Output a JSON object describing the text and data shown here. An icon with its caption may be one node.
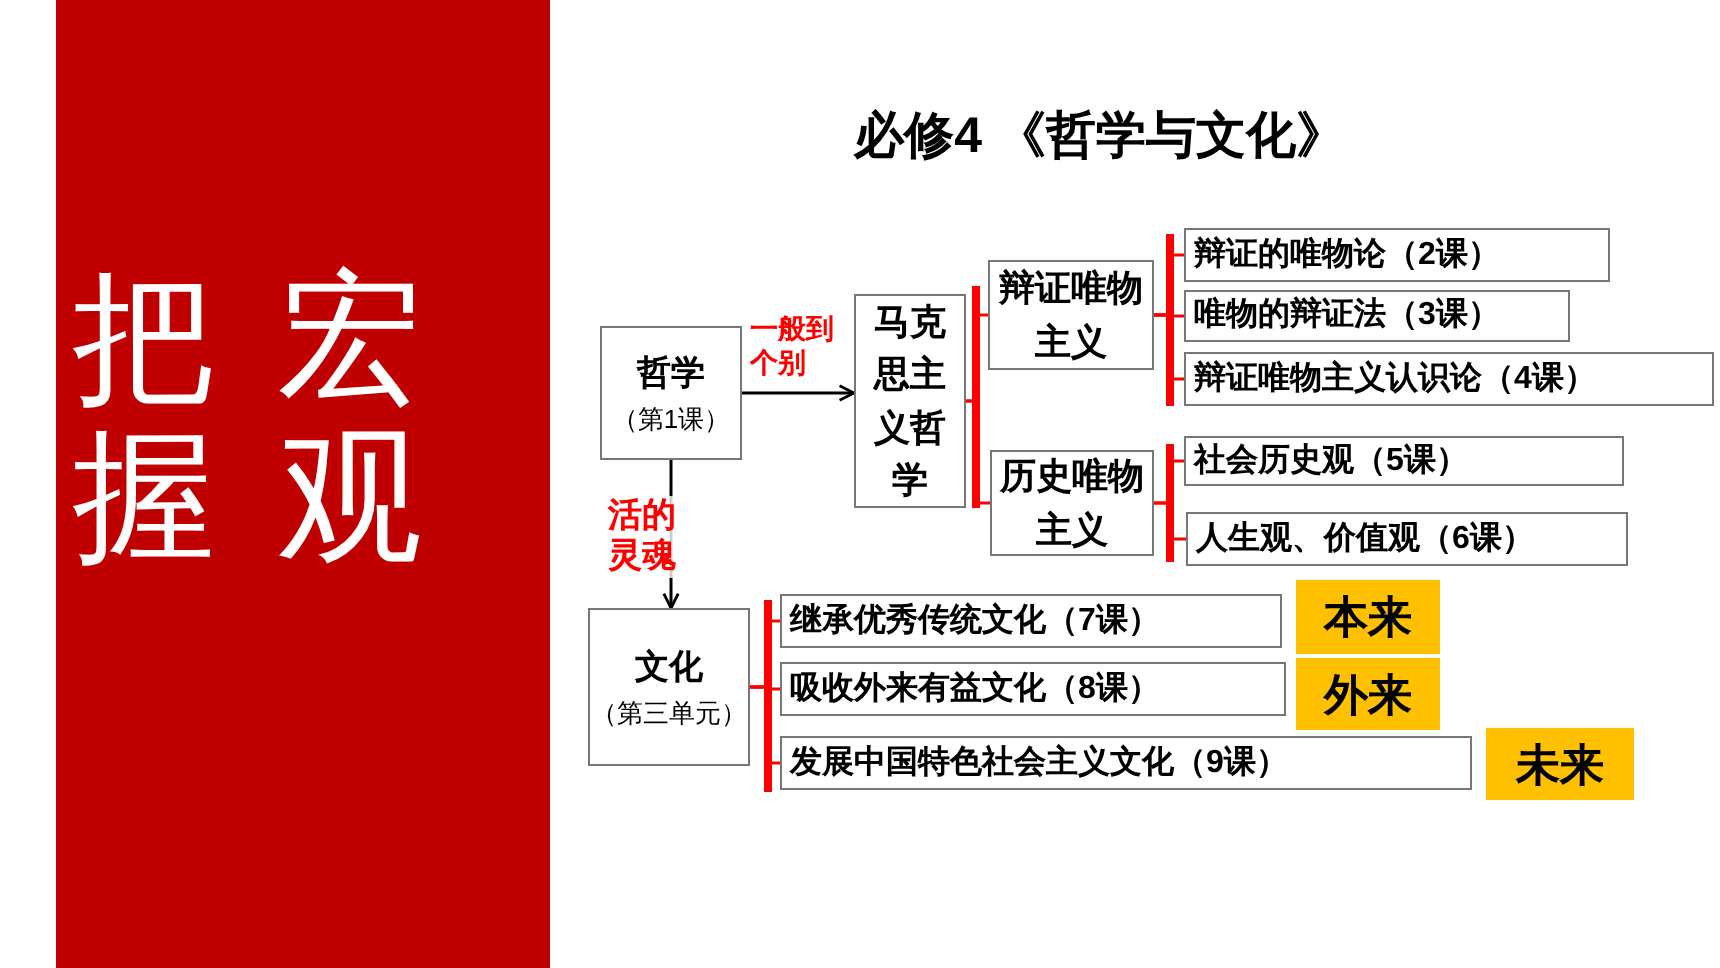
{
  "diagram": {
    "title": "必修4 《哲学与文化》",
    "nodes": [
      {
        "text": [
          "哲学",
          "（第1课）"
        ]
      },
      {
        "text": [
          "马克思主义哲学"
        ]
      },
      {
        "text": [
          "辩证唯物主义"
        ]
      },
      {
        "text": [
          "历史唯物主义"
        ]
      },
      {
        "text": [
          "辩证的**唯物论**（2课）"
        ]
      },
      {
        "text": [
          "唯物的**辩证法**（3课）"
        ]
      },
      {
        "text": [
          "辩证唯物主义**认识论**（4课）"
        ]
      },
      {
        "text": [
          "社会**历史观**（5课）"
        ]
      },
      {
        "text": [
          "**人生观、价值观**（6课）"
        ]
      },
      {
        "text": [
          "文化",
          "（第三单元）"
        ]
      },
      {
        "text": [
          "继承优秀传统文化（7课）"
        ]
      },
      {
        "text": [
          "吸收外来有益文化（8课）"
        ]
      },
      {
        "text": [
          "发展中国特色社会主义文化（9课）"
        ]
      },
      {
        "text": [
          "本来"
        ]
      },
      {
        "text": [
          "外来"
        ]
      },
      {
        "text": [
          "未来"
        ]
      }
    ],
    "edges": [
      {
        "from": 0,
        "to": 1,
        "arrow": "to",
        "label": "一般到个别",
        "color": "#000000"
      },
      {
        "from": 0,
        "to": 9,
        "arrow": "to",
        "label": "活的灵魂",
        "color": "#000000"
      },
      {
        "from": 1,
        "to": 2,
        "arrow": "none",
        "color": "#ff0000"
      },
      {
        "from": 1,
        "to": 3,
        "arrow": "none",
        "color": "#ff0000"
      },
      {
        "from": 2,
        "to": 4,
        "arrow": "none",
        "color": "#ff0000"
      },
      {
        "from": 2,
        "to": 5,
        "arrow": "none",
        "color": "#ff0000"
      },
      {
        "from": 2,
        "to": 6,
        "arrow": "none",
        "color": "#ff0000"
      },
      {
        "from": 3,
        "to": 7,
        "arrow": "none",
        "color": "#ff0000"
      },
      {
        "from": 3,
        "to": 8,
        "arrow": "none",
        "color": "#ff0000"
      },
      {
        "from": 9,
        "to": 10,
        "arrow": "none",
        "color": "#ff0000"
      },
      {
        "from": 9,
        "to": 11,
        "arrow": "none",
        "color": "#ff0000"
      },
      {
        "from": 9,
        "to": 12,
        "arrow": "none",
        "color": "#ff0000"
      }
    ],
    "labels": [
      "把握",
      "宏观"
    ]
  }
}
